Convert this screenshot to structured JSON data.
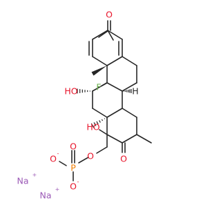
{
  "molecule": {
    "atoms": {
      "o_ketone_a": "O",
      "f": "F",
      "oh_c11": "HO",
      "h_c8": "H",
      "oh_c17": "HO",
      "o_ketone_d": "O",
      "o_ester": "O",
      "p": "P",
      "o_p_eq": "O",
      "o_neg_1": "O",
      "o_neg_2": "O",
      "na_1": "Na",
      "na_2": "Na"
    },
    "charges": {
      "o_neg_1": "-",
      "o_neg_2": "-",
      "na_1": "+",
      "na_2": "+"
    }
  },
  "colors": {
    "bond": "#262626",
    "oxygen": "#e8142a",
    "fluorine": "#6ab04c",
    "phosphorus": "#f07c00",
    "sodium": "#9b59b6",
    "carbon_label": "#262626"
  }
}
